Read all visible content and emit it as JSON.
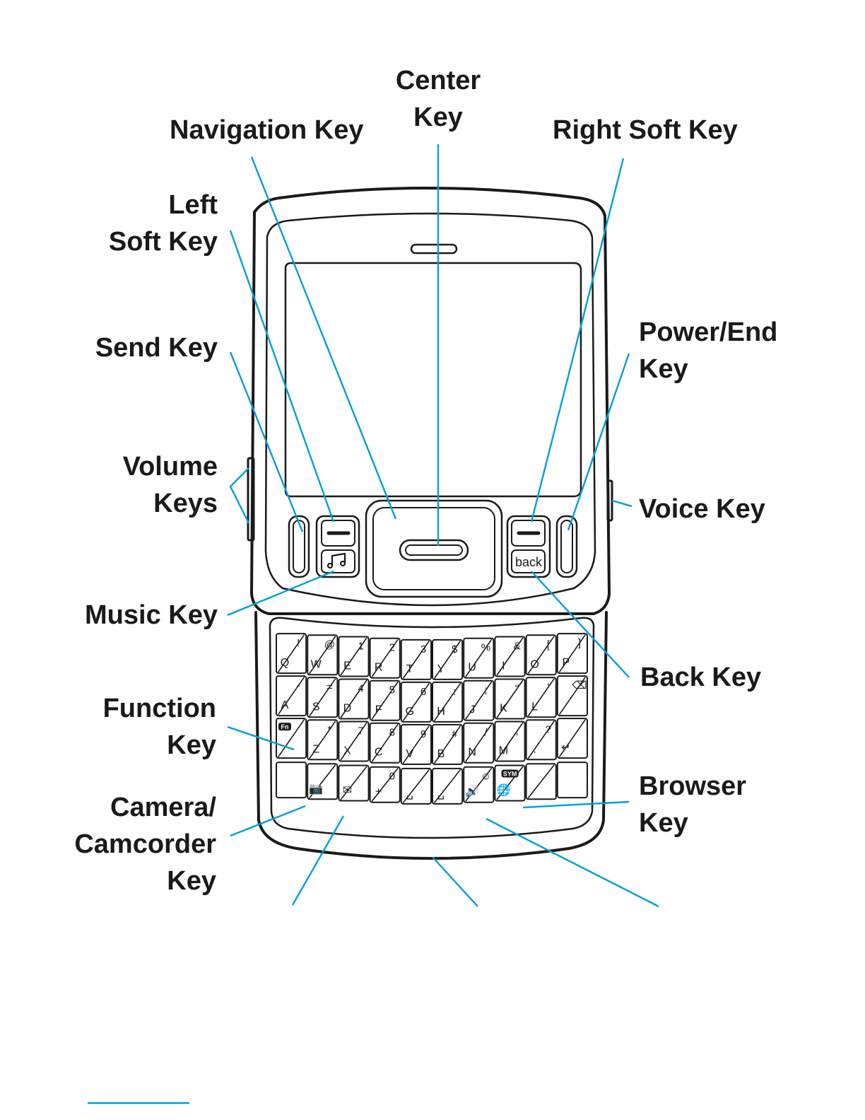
{
  "labels": {
    "navigation_key": "Navigation Key",
    "center_key_line1": "Center",
    "center_key_line2": "Key",
    "right_soft_key": "Right Soft Key",
    "left_soft_key_line1": "Left",
    "left_soft_key_line2": "Soft Key",
    "send_key": "Send Key",
    "power_end_key_line1": "Power/End",
    "power_end_key_line2": "Key",
    "volume_keys_line1": "Volume",
    "volume_keys_line2": "Keys",
    "voice_key": "Voice Key",
    "music_key": "Music Key",
    "back_key": "Back Key",
    "function_key_line1": "Function",
    "function_key_line2": "Key",
    "browser_key_line1": "Browser",
    "browser_key_line2": "Key",
    "camera_key_line1": "Camera/",
    "camera_key_line2": "Camcorder",
    "camera_key_line3": "Key"
  },
  "phone": {
    "back_button_text": "back",
    "fn_key_text": "Fn",
    "sym_key_text": "SYM"
  },
  "keyboard": {
    "rows": [
      [
        {
          "main": "Q",
          "alt": "!"
        },
        {
          "main": "W",
          "alt": "@"
        },
        {
          "main": "E",
          "alt": "1"
        },
        {
          "main": "R",
          "alt": "2"
        },
        {
          "main": "T",
          "alt": "3"
        },
        {
          "main": "Y",
          "alt": "$"
        },
        {
          "main": "U",
          "alt": "%"
        },
        {
          "main": "I",
          "alt": "&"
        },
        {
          "main": "O",
          "alt": "["
        },
        {
          "main": "P",
          "alt": "]"
        }
      ],
      [
        {
          "main": "A",
          "alt": "-"
        },
        {
          "main": "S",
          "alt": "="
        },
        {
          "main": "D",
          "alt": "4"
        },
        {
          "main": "F",
          "alt": "5"
        },
        {
          "main": "G",
          "alt": "6"
        },
        {
          "main": "H",
          "alt": ":"
        },
        {
          "main": "J",
          "alt": ";"
        },
        {
          "main": "K",
          "alt": "\""
        },
        {
          "main": "L",
          "alt": "'"
        },
        {
          "main": "",
          "alt": "⌫"
        }
      ],
      [
        {
          "main": "",
          "alt": "Fn"
        },
        {
          "main": "Z",
          "alt": "*"
        },
        {
          "main": "X",
          "alt": "7"
        },
        {
          "main": "C",
          "alt": "8"
        },
        {
          "main": "V",
          "alt": "9"
        },
        {
          "main": "B",
          "alt": "#"
        },
        {
          "main": "N",
          "alt": "/"
        },
        {
          "main": "M",
          "alt": ","
        },
        {
          "main": ".",
          "alt": "?"
        },
        {
          "main": "↵",
          "alt": ""
        }
      ],
      [
        {
          "main": "",
          "alt": ""
        },
        {
          "main": "📷",
          "alt": ""
        },
        {
          "main": "✉",
          "alt": ""
        },
        {
          "main": "+",
          "alt": "0"
        },
        {
          "main": "␣",
          "alt": ""
        },
        {
          "main": "␣",
          "alt": ""
        },
        {
          "main": "🔊",
          "alt": "☺"
        },
        {
          "main": "🌐",
          "alt": "SYM"
        },
        {
          "main": "",
          "alt": ""
        },
        {
          "main": "",
          "alt": ""
        }
      ]
    ]
  },
  "colors": {
    "leader": "#00a0d2",
    "outline": "#1a1a1a"
  }
}
